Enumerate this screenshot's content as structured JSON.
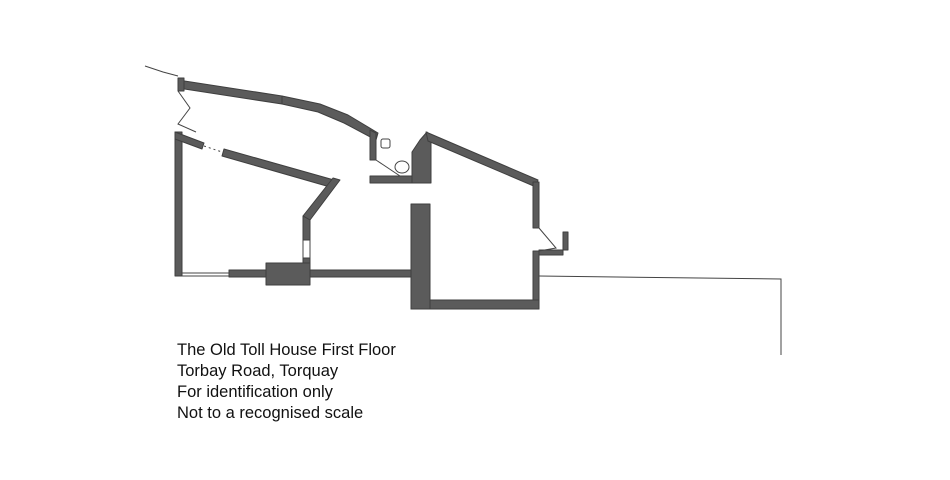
{
  "caption": {
    "title": "The Old Toll House First Floor",
    "address": "Torbay Road, Torquay",
    "note_identification": "For identification only",
    "note_scale": "Not to a recognised scale"
  },
  "colors": {
    "wall": "#5b5b5b",
    "wall_edge": "#3f3f3f",
    "line": "#444444",
    "background": "#ffffff"
  }
}
